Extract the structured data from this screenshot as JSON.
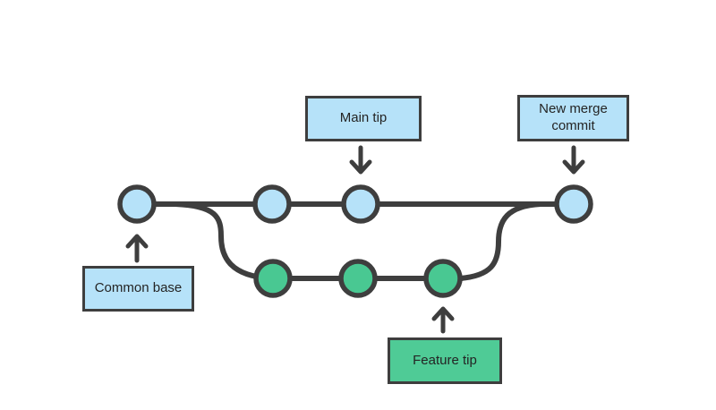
{
  "labels": {
    "main_tip": "Main tip",
    "new_merge_commit": "New merge commit",
    "common_base": "Common base",
    "feature_tip": "Feature tip"
  },
  "colors": {
    "background": "#FFFFFF",
    "stroke_dark": "#3E3E3E",
    "node_blue": "#B6E2F9",
    "node_green": "#49C892",
    "box_blue": "#B6E2F9",
    "box_green": "#4FCB96",
    "text_color": "#242424"
  },
  "graph": {
    "main_branch_commit_count": 4,
    "feature_branch_commit_count": 3
  }
}
